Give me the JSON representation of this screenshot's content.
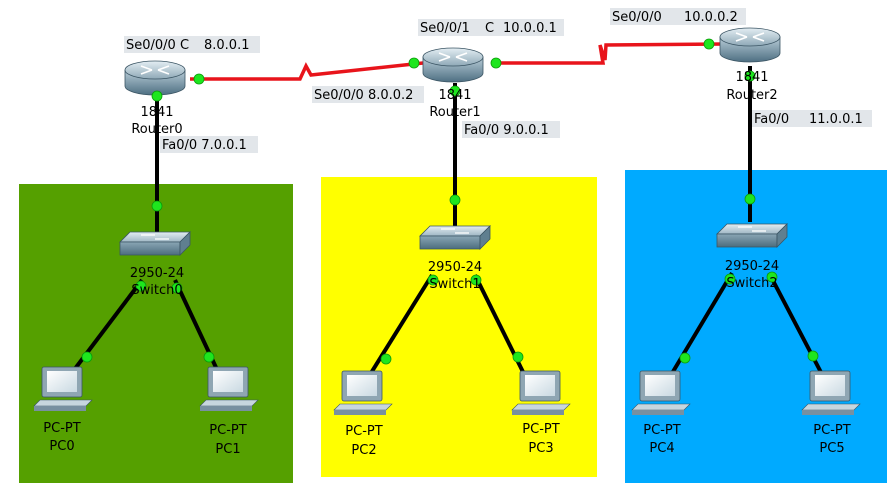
{
  "colors": {
    "zone_left": "#55a000",
    "zone_middle": "#ffff00",
    "zone_right": "#00aaff",
    "serial_link": "#e8141b",
    "ethernet_link": "#000000",
    "port_up": "#1ee61e"
  },
  "routers": [
    {
      "model": "1841",
      "name": "Router0"
    },
    {
      "model": "1841",
      "name": "Router1"
    },
    {
      "model": "1841",
      "name": "Router2"
    }
  ],
  "switches": [
    {
      "model": "2950-24",
      "name": "Switch0"
    },
    {
      "model": "2950-24",
      "name": "Switch1"
    },
    {
      "model": "2950-24",
      "name": "Switch2"
    }
  ],
  "pcs": [
    {
      "model": "PC-PT",
      "name": "PC0"
    },
    {
      "model": "PC-PT",
      "name": "PC1"
    },
    {
      "model": "PC-PT",
      "name": "PC2"
    },
    {
      "model": "PC-PT",
      "name": "PC3"
    },
    {
      "model": "PC-PT",
      "name": "PC4"
    },
    {
      "model": "PC-PT",
      "name": "PC5"
    }
  ],
  "interfaces": {
    "r0_se": "Se0/0/0 C",
    "r0_se_ip": "8.0.0.1",
    "r0_fa": "Fa0/0 7.0.0.1",
    "r1_se000": "Se0/0/0 8.0.0.2",
    "r1_se001": "Se0/0/1",
    "r1_se001_c": "C",
    "r1_se001_ip": "10.0.0.1",
    "r1_fa": "Fa0/0 9.0.0.1",
    "r2_se": "Se0/0/0",
    "r2_se_ip": "10.0.0.2",
    "r2_fa": "Fa0/0",
    "r2_fa_ip": "11.0.0.1"
  }
}
